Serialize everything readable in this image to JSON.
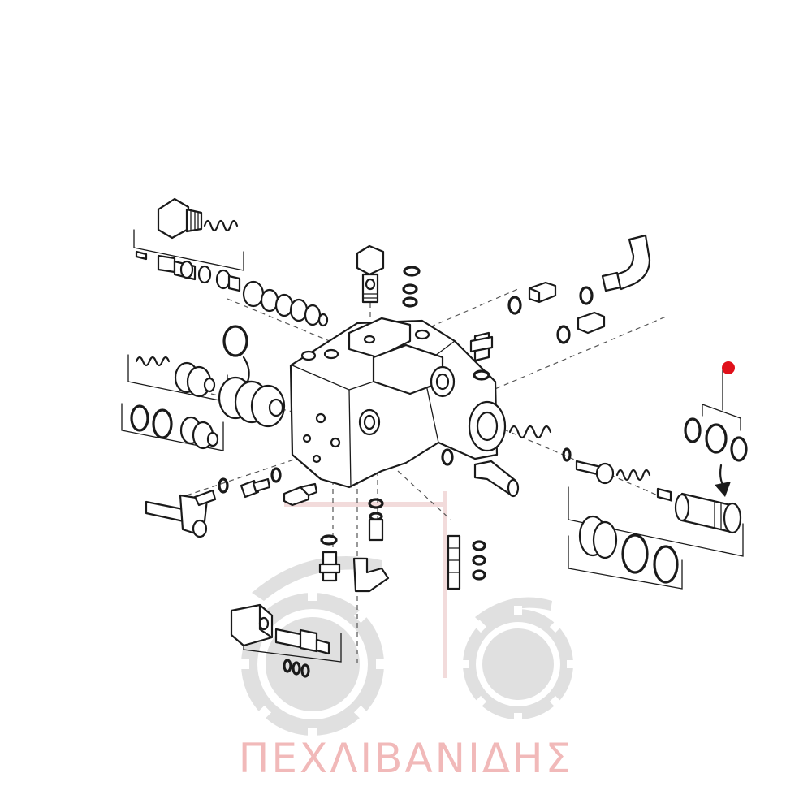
{
  "watermark": {
    "text": "ΠΕΧΛΙΒΑΝΙΔΗΣ",
    "logo_icon": "tractor-wheels-logo",
    "text_color": "#f1b9b9",
    "logo_color": "#d6d6d6"
  },
  "highlight": {
    "marker_color": "#e0101a",
    "item": "seal-ring-kit"
  }
}
